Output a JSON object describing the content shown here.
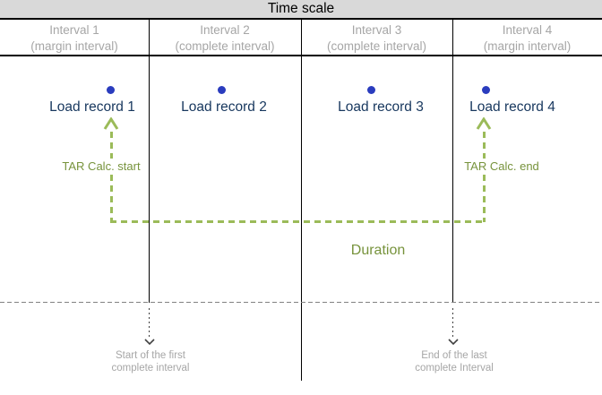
{
  "title_bar": {
    "label": "Time scale"
  },
  "intervals": [
    {
      "name": "Interval 1",
      "kind": "(margin interval)"
    },
    {
      "name": "Interval 2",
      "kind": "(complete interval)"
    },
    {
      "name": "Interval 3",
      "kind": "(complete interval)"
    },
    {
      "name": "Interval 4",
      "kind": "(margin interval)"
    }
  ],
  "events": [
    {
      "label": "Load record 1"
    },
    {
      "label": "Load record 2"
    },
    {
      "label": "Load record 3"
    },
    {
      "label": "Load record 4"
    }
  ],
  "tar": {
    "start_label": "TAR Calc. start",
    "end_label": "TAR Calc. end",
    "duration_label": "Duration"
  },
  "footnotes": {
    "start": {
      "line1": "Start of the first",
      "line2": "complete interval"
    },
    "end": {
      "line1": "End of the last",
      "line2": "complete Interval"
    }
  },
  "colors": {
    "title_bar_bg": "#d9d9d9",
    "header_text": "#a6a6a6",
    "record_text": "#17375e",
    "dot_blue": "#2a3cbe",
    "green_dash": "#9bbb59",
    "green_text": "#77933c",
    "grid_line": "#000000",
    "bottom_dashed_line": "#828282",
    "dotted_arrow": "#3f3f3f",
    "footnote_text": "#a6a6a6"
  }
}
